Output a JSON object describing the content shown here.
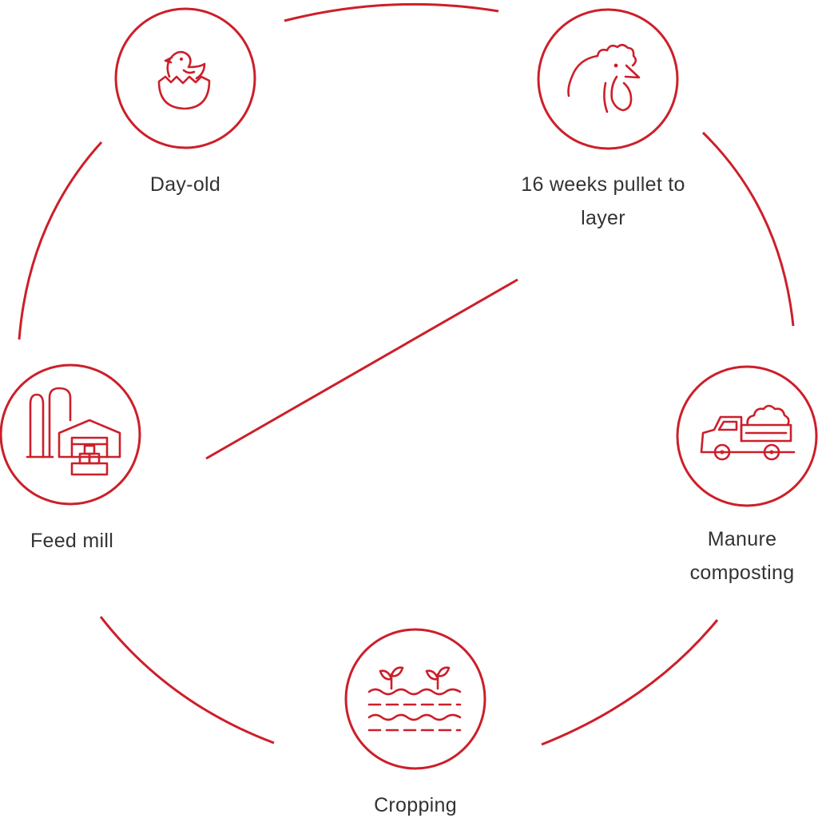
{
  "accent_color": "#cc1f2a",
  "text_color": "#333333",
  "nodes": [
    {
      "id": "day-old",
      "label": "Day-old",
      "icon": "hatching-chick-icon"
    },
    {
      "id": "pullet",
      "label": "16 weeks pullet to layer",
      "icon": "hen-head-icon"
    },
    {
      "id": "manure",
      "label": "Manure composting",
      "icon": "dump-truck-icon"
    },
    {
      "id": "cropping",
      "label": "Cropping",
      "icon": "sprouting-field-icon"
    },
    {
      "id": "feed-mill",
      "label": "Feed mill",
      "icon": "silo-warehouse-icon"
    }
  ]
}
